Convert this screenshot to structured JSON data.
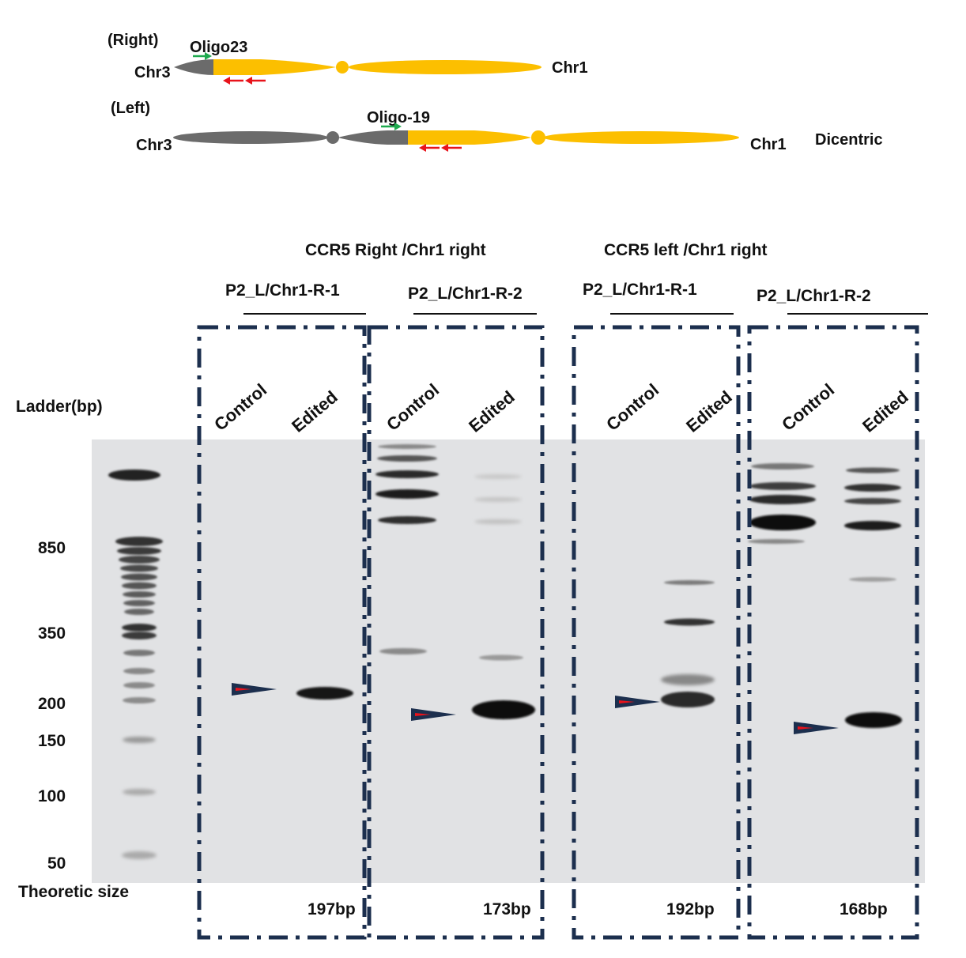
{
  "schematic": {
    "right_label": "(Right)",
    "left_label": "(Left)",
    "right_oligo": "Oligo23",
    "left_oligo": "Oligo-19",
    "chr3_a": "Chr3",
    "chr3_b": "Chr3",
    "chr1_a": "Chr1",
    "chr1_b": "Chr1",
    "dicentric": "Dicentric"
  },
  "gel": {
    "group_titles": [
      "CCR5 Right /Chr1 right",
      "CCR5 left /Chr1 right"
    ],
    "panel_titles": [
      "P2_L/Chr1-R-1",
      "P2_L/Chr1-R-2",
      "P2_L/Chr1-R-1",
      "P2_L/Chr1-R-2"
    ],
    "lane_control": "Control",
    "lane_edited": "Edited",
    "ladder_title": "Ladder(bp)",
    "ladder_marks": [
      "850",
      "350",
      "200",
      "150",
      "100",
      "50"
    ],
    "theoretic_label": "Theoretic size",
    "theoretic_sizes": [
      "197bp",
      "173bp",
      "192bp",
      "168bp"
    ]
  },
  "colors": {
    "chr1": "#fcbf00",
    "chr3": "#6b6b6b",
    "forward_primer": "#1faa4f",
    "reverse_primer": "#e8131b",
    "frame": "#1c2f4e",
    "gel_bg": "#e1e2e4"
  }
}
